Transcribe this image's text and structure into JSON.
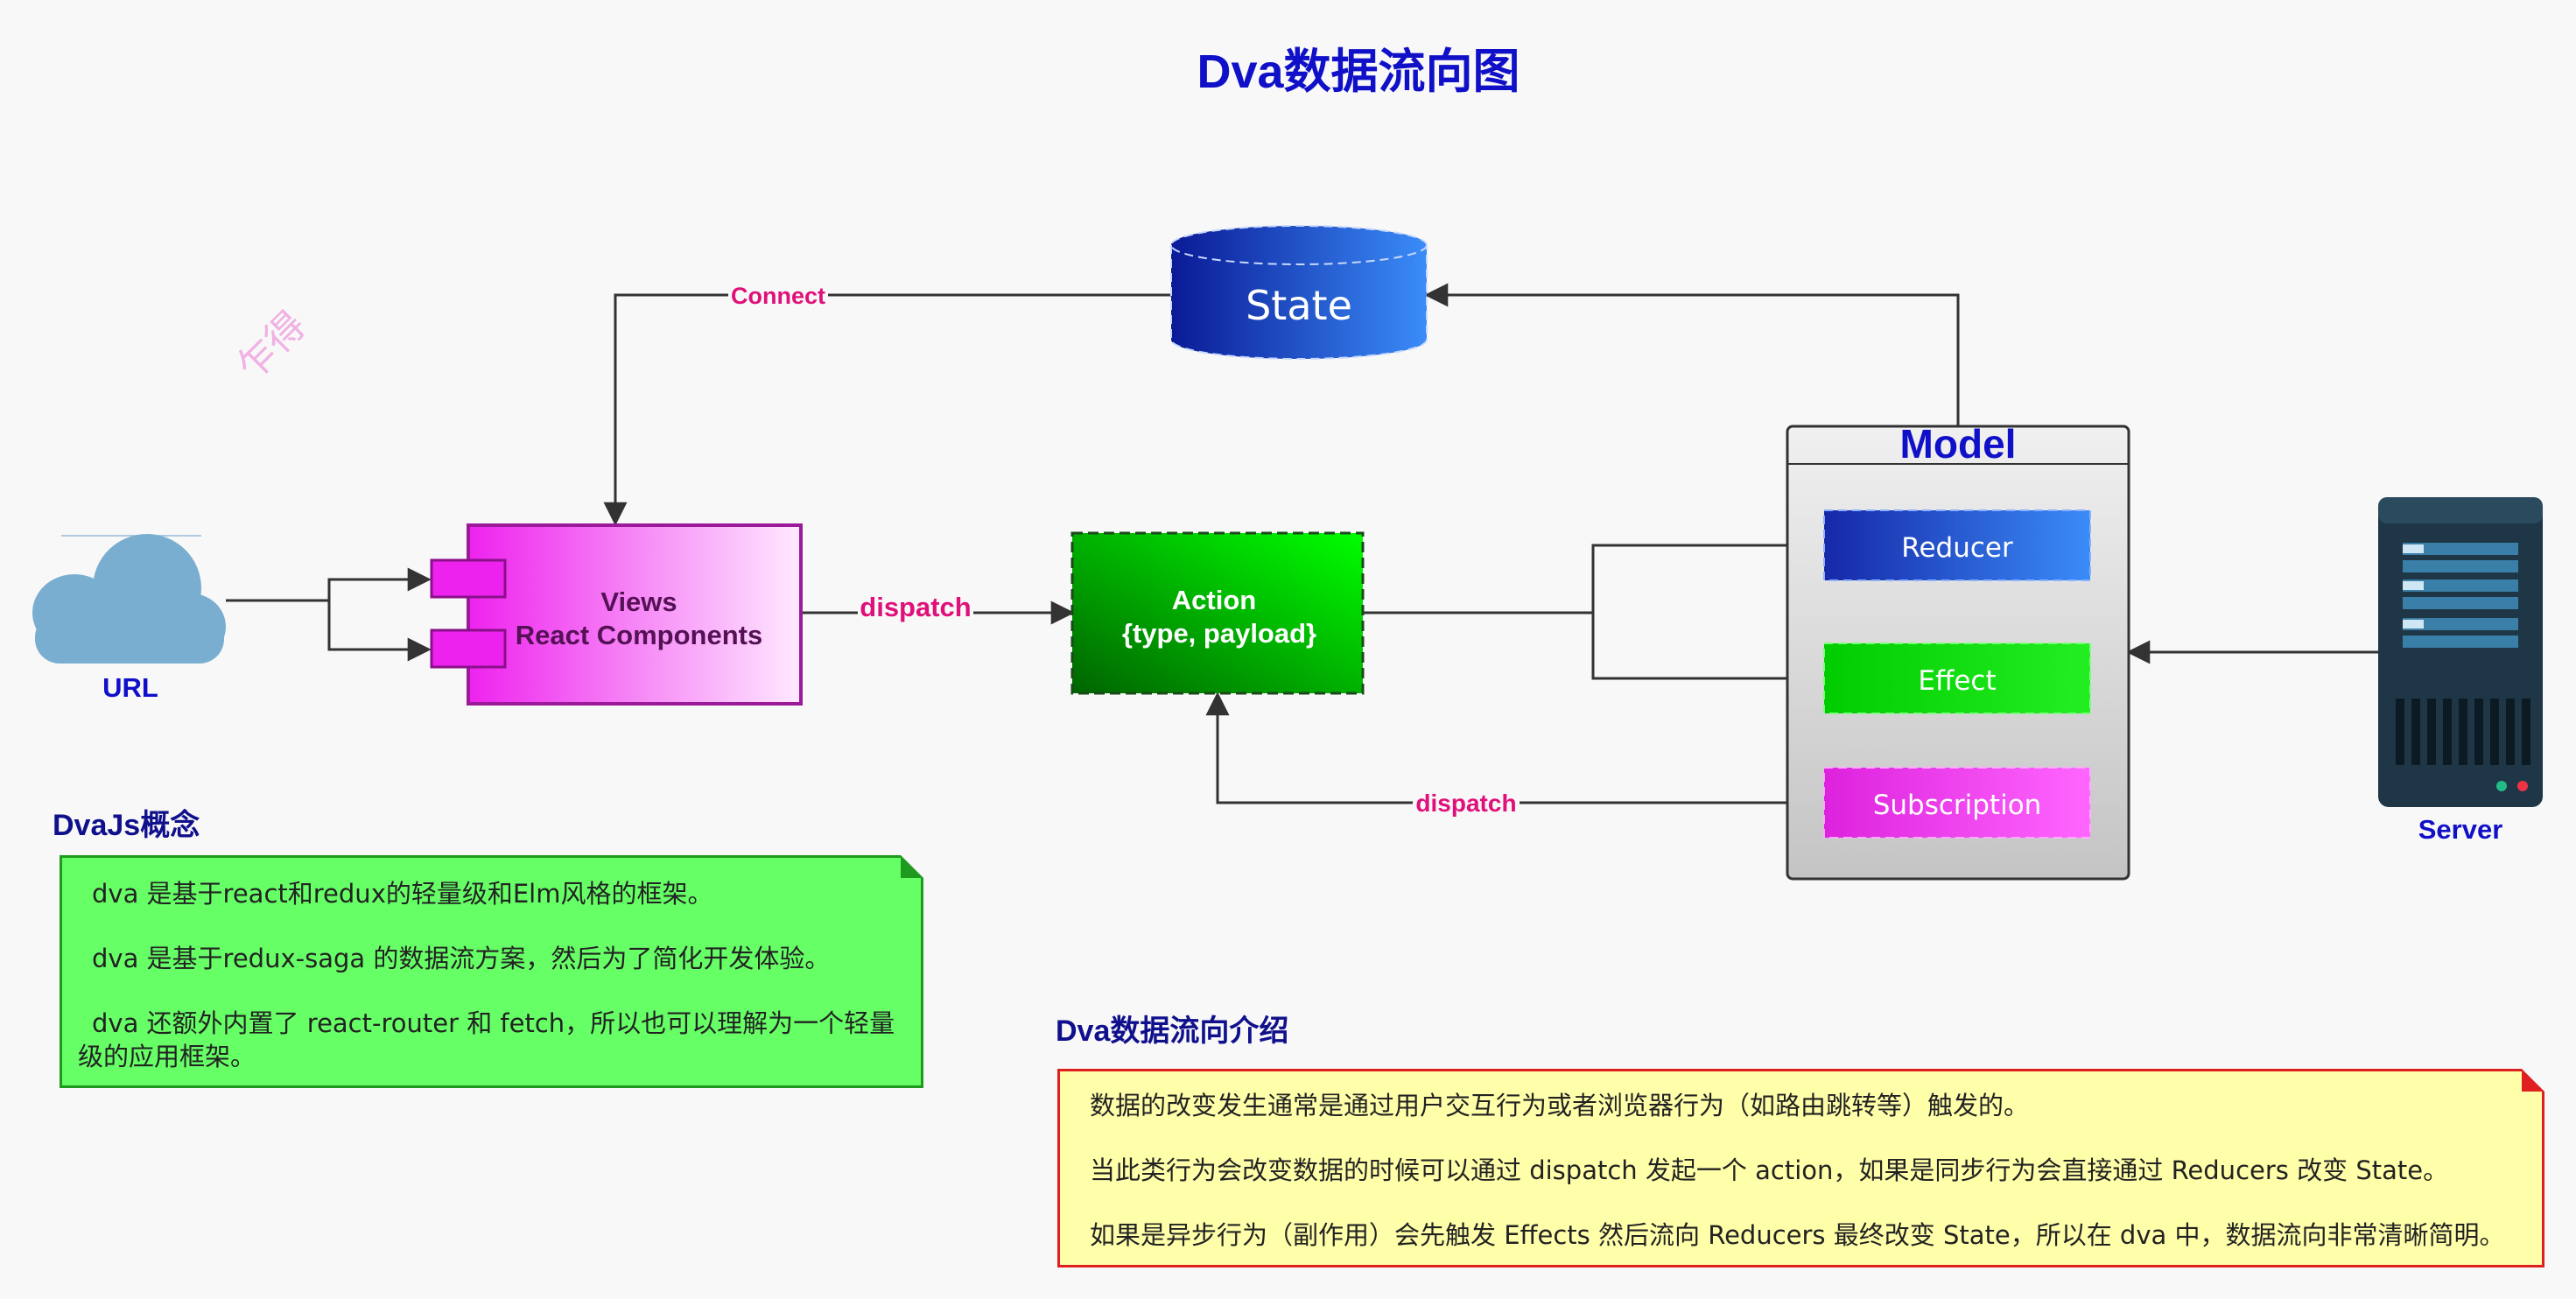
{
  "title": "Dva数据流向图",
  "watermark": "乍得",
  "nodes": {
    "url": "URL",
    "views_line1": "Views",
    "views_line2": "React Components",
    "state": "State",
    "action_line1": "Action",
    "action_line2": "{type, payload}",
    "model": "Model",
    "reducer": "Reducer",
    "effect": "Effect",
    "subscription": "Subscription",
    "server": "Server"
  },
  "edge_labels": {
    "connect": "Connect",
    "dispatch_views": "dispatch",
    "dispatch_subscription": "dispatch"
  },
  "concept": {
    "heading": "DvaJs概念",
    "lines": [
      "dva 是基于react和redux的轻量级和Elm风格的框架。",
      "dva 是基于redux-saga 的数据流方案，然后为了简化开发体验。",
      "dva 还额外内置了 react-router 和 fetch，所以也可以理解为一个轻量级的应用框架。"
    ]
  },
  "flow": {
    "heading": "Dva数据流向介绍",
    "lines": [
      "数据的改变发生通常是通过用户交互行为或者浏览器行为（如路由跳转等）触发的。",
      "当此类行为会改变数据的时候可以通过 dispatch 发起一个 action，如果是同步行为会直接通过 Reducers 改变 State。",
      "如果是异步行为（副作用）会先触发 Effects 然后流向 Reducers 最终改变 State，所以在 dva 中，数据流向非常清晰简明。"
    ]
  },
  "colors": {
    "title": "#1010c8",
    "heading": "#10108c",
    "edge_label": "#e0107a",
    "views": "#ee33ee",
    "action": "#00aa00",
    "state": "#1a4fd0",
    "reducer": "#1a44cc",
    "effect": "#00dd00",
    "subscription": "#ee33dd"
  }
}
